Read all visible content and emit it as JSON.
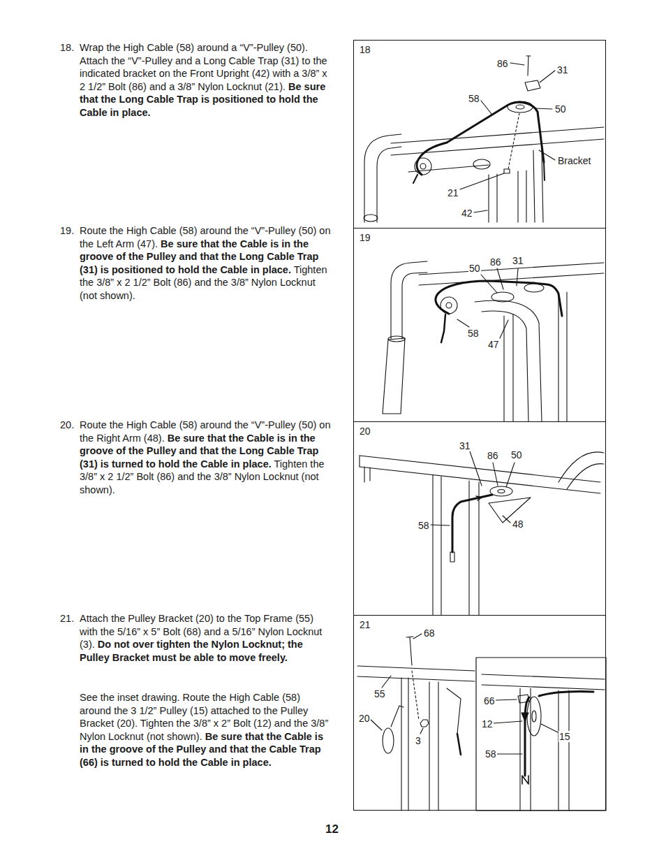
{
  "diagram": {
    "nodes": [
      {
        "text": [
          "18"
        ]
      },
      {
        "text": [
          "19"
        ]
      },
      {
        "text": [
          "20"
        ]
      },
      {
        "text": [
          "21"
        ]
      }
    ],
    "labels": [
      "18.",
      "Wrap the High Cable (58) around a “V”-Pulley (50). Attach the “V”-Pulley and a Long Cable Trap (31) to the indicated bracket on the Front Upright (42) with a 3/8” x 2 1/2” Bolt (86) and a 3/8” Nylon Locknut (21).",
      "Be sure that the Long Cable Trap is positioned to hold the Cable in place.",
      "19.",
      "Route the High Cable (58) around the “V”-Pulley (50) on the Left Arm (47).",
      "Be sure that the Cable is in the groove of the Pulley and that the Long Cable Trap (31) is positioned to hold the Cable in place.",
      "Tighten the 3/8” x 2 1/2” Bolt (86) and the 3/8” Nylon Locknut (not shown).",
      "20.",
      "Route the High Cable (58) around the “V”-Pulley (50) on the Right Arm (48).",
      "Be sure that the Cable is in the groove of the Pulley and that the Long Cable Trap (31) is turned to hold the Cable in place.",
      "Tighten the 3/8” x 2 1/2” Bolt (86) and the 3/8” Nylon Locknut (not shown).",
      "21.",
      "Attach the Pulley Bracket (20) to the Top Frame (55) with the 5/16” x 5” Bolt (68) and a 5/16” Nylon Locknut (3).",
      "Do not over tighten the Nylon Locknut; the Pulley Bracket must be able to move freely.",
      "See the inset drawing. Route the High Cable (58) around the 3 1/2” Pulley (15) attached to the Pulley Bracket (20). Tighten the 3/8” x 2” Bolt (12) and the 3/8” Nylon Locknut (not shown).",
      "Be sure that the Cable is in the groove of the Pulley and that the Cable Trap (66) is turned to hold the Cable in place.",
      "12",
      "86",
      "31",
      "58",
      "50",
      "Bracket",
      "21",
      "42",
      "50",
      "86",
      "31",
      "58",
      "47",
      "31",
      "86",
      "50",
      "58",
      "48",
      "68",
      "55",
      "20",
      "3",
      "66",
      "12",
      "15",
      "58"
    ]
  }
}
